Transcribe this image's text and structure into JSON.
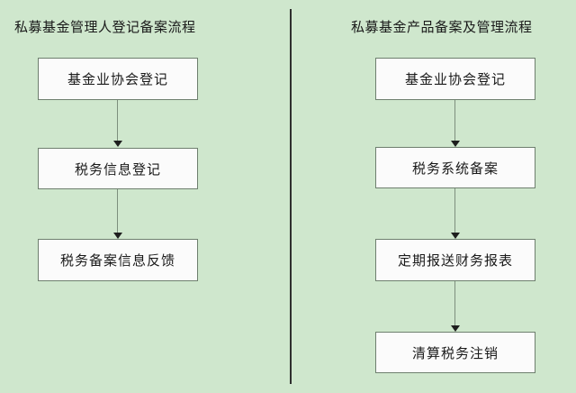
{
  "canvas": {
    "background_color": "#cfe7cd",
    "node_fill_color": "#fbfbfb",
    "node_border_color": "#6e7f6e",
    "connector_color": "#7d8f7d",
    "divider_color": "#2f2f2f",
    "text_color": "#1a1a1a"
  },
  "left_flow": {
    "title": "私募基金管理人登记备案流程",
    "steps": [
      {
        "label": "基金业协会登记"
      },
      {
        "label": "税务信息登记"
      },
      {
        "label": "税务备案信息反馈"
      }
    ]
  },
  "right_flow": {
    "title": "私募基金产品备案及管理流程",
    "steps": [
      {
        "label": "基金业协会登记"
      },
      {
        "label": "税务系统备案"
      },
      {
        "label": "定期报送财务报表"
      },
      {
        "label": "清算税务注销"
      }
    ]
  }
}
